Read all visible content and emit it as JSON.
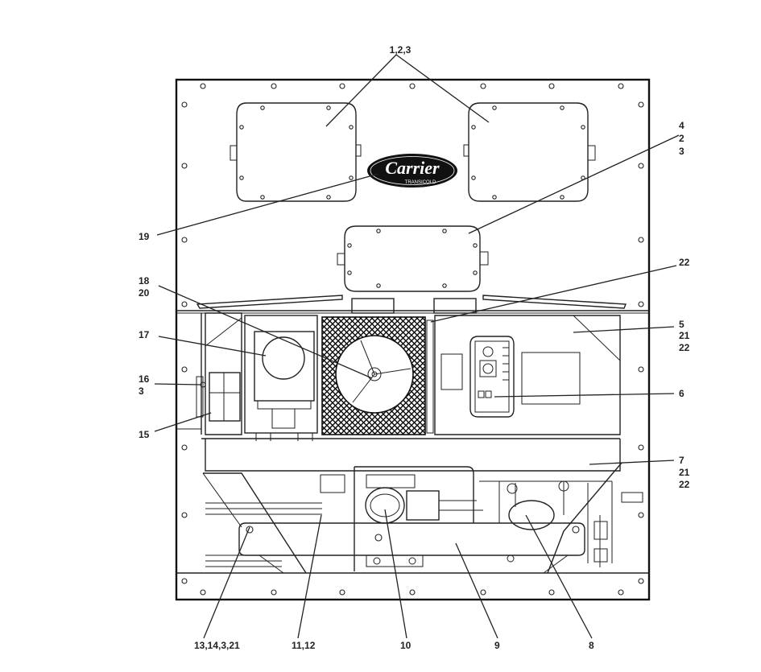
{
  "logo": {
    "text": "Carrier",
    "subtext": "TRANSICOLD"
  },
  "callouts": {
    "c1": "1,2,3",
    "c4": [
      "4",
      "2",
      "3"
    ],
    "c19": "19",
    "c22": "22",
    "c18": [
      "18",
      "20"
    ],
    "c17": "17",
    "c16": [
      "16",
      "3"
    ],
    "c15": "15",
    "c5": [
      "5",
      "21",
      "22"
    ],
    "c6": "6",
    "c7": [
      "7",
      "21",
      "22"
    ],
    "c13": "13,14,3,21",
    "c11": "11,12",
    "c10": "10",
    "c9": "9",
    "c8": "8"
  }
}
